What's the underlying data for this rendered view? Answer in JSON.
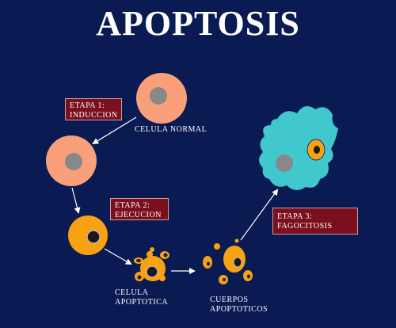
{
  "title": "APOPTOSIS",
  "stages": [
    {
      "line1": "ETAPA 1:",
      "line2": "INDUCCION"
    },
    {
      "line1": "ETAPA 2:",
      "line2": "EJECUCION"
    },
    {
      "line1": "ETAPA 3:",
      "line2": "FAGOCITOSIS"
    }
  ],
  "labels": {
    "normal_cell": "CELULA NORMAL",
    "apoptotic_cell_line1": "CELULA",
    "apoptotic_cell_line2": "APOPTOTICA",
    "apoptotic_bodies_line1": "CUERPOS",
    "apoptotic_bodies_line2": "APOPTOTICOS"
  },
  "colors": {
    "background": "#0a1a52",
    "normal_cell": "#f9a07a",
    "nucleus": "#888888",
    "apoptotic_cell": "#f7a212",
    "phagocyte": "#40c8cc",
    "stage_box": "#7a0f1e"
  }
}
